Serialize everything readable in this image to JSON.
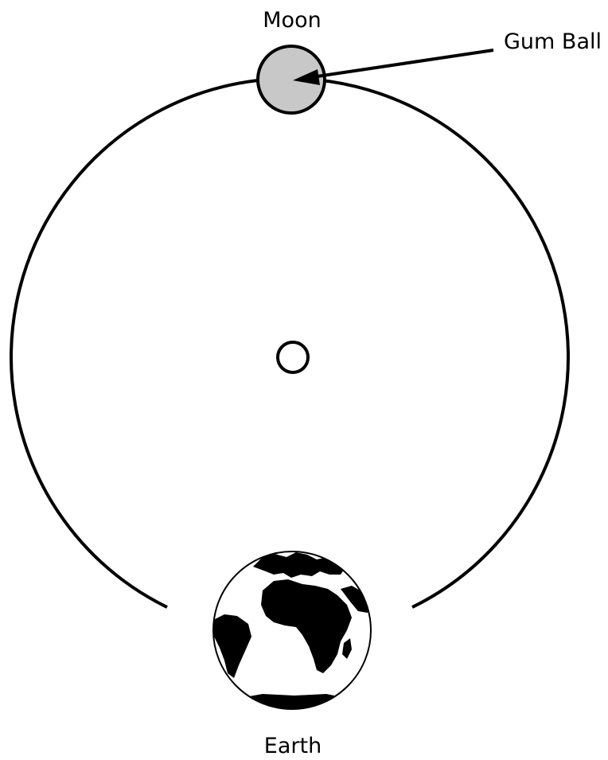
{
  "labels": {
    "moon": "Moon",
    "gum_ball": "Gum Ball",
    "earth": "Earth"
  },
  "colors": {
    "line": "#000000",
    "moon_fill": "#c8c8c8",
    "background": "#ffffff",
    "earth_land": "#000000",
    "earth_ocean": "#ffffff"
  }
}
